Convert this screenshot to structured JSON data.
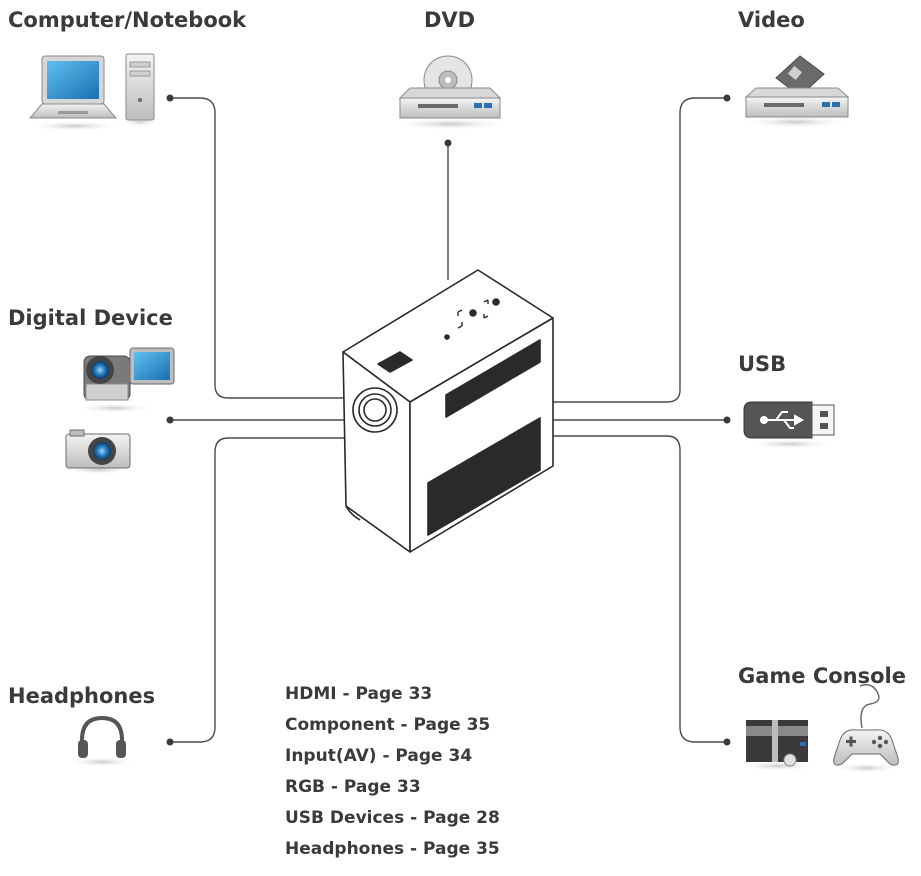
{
  "devices": {
    "computer": "Computer/Notebook",
    "dvd": "DVD",
    "video": "Video",
    "digital": "Digital Device",
    "usb": "USB",
    "headphones": "Headphones",
    "game": "Game Console"
  },
  "references": [
    "HDMI - Page 33",
    "Component - Page 35",
    "Input(AV) - Page 34",
    "RGB - Page 33",
    "USB Devices - Page 28",
    "Headphones - Page 35"
  ],
  "colors": {
    "line": "#4a4a4a",
    "text": "#3a3a3a",
    "screen_blue": "#1f8fd0",
    "panel_blue": "#2a6fb0"
  },
  "icons": [
    "laptop-icon",
    "desktop-tower-icon",
    "dvd-player-icon",
    "vcr-icon",
    "camcorder-icon",
    "camera-icon",
    "usb-drive-icon",
    "headphones-icon",
    "game-console-icon",
    "gamepad-icon",
    "projector-icon"
  ]
}
